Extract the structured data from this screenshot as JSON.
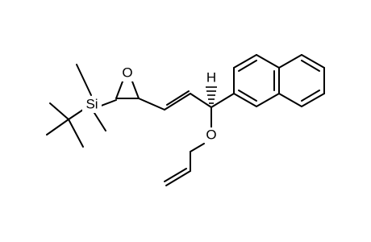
{
  "molecule": {
    "atoms": {
      "silicon": "Si",
      "epoxide_oxygen": "O",
      "ether_oxygen": "O",
      "stereo_hydrogen": "H"
    }
  },
  "colors": {
    "bond": "#000000",
    "background": "#ffffff"
  }
}
